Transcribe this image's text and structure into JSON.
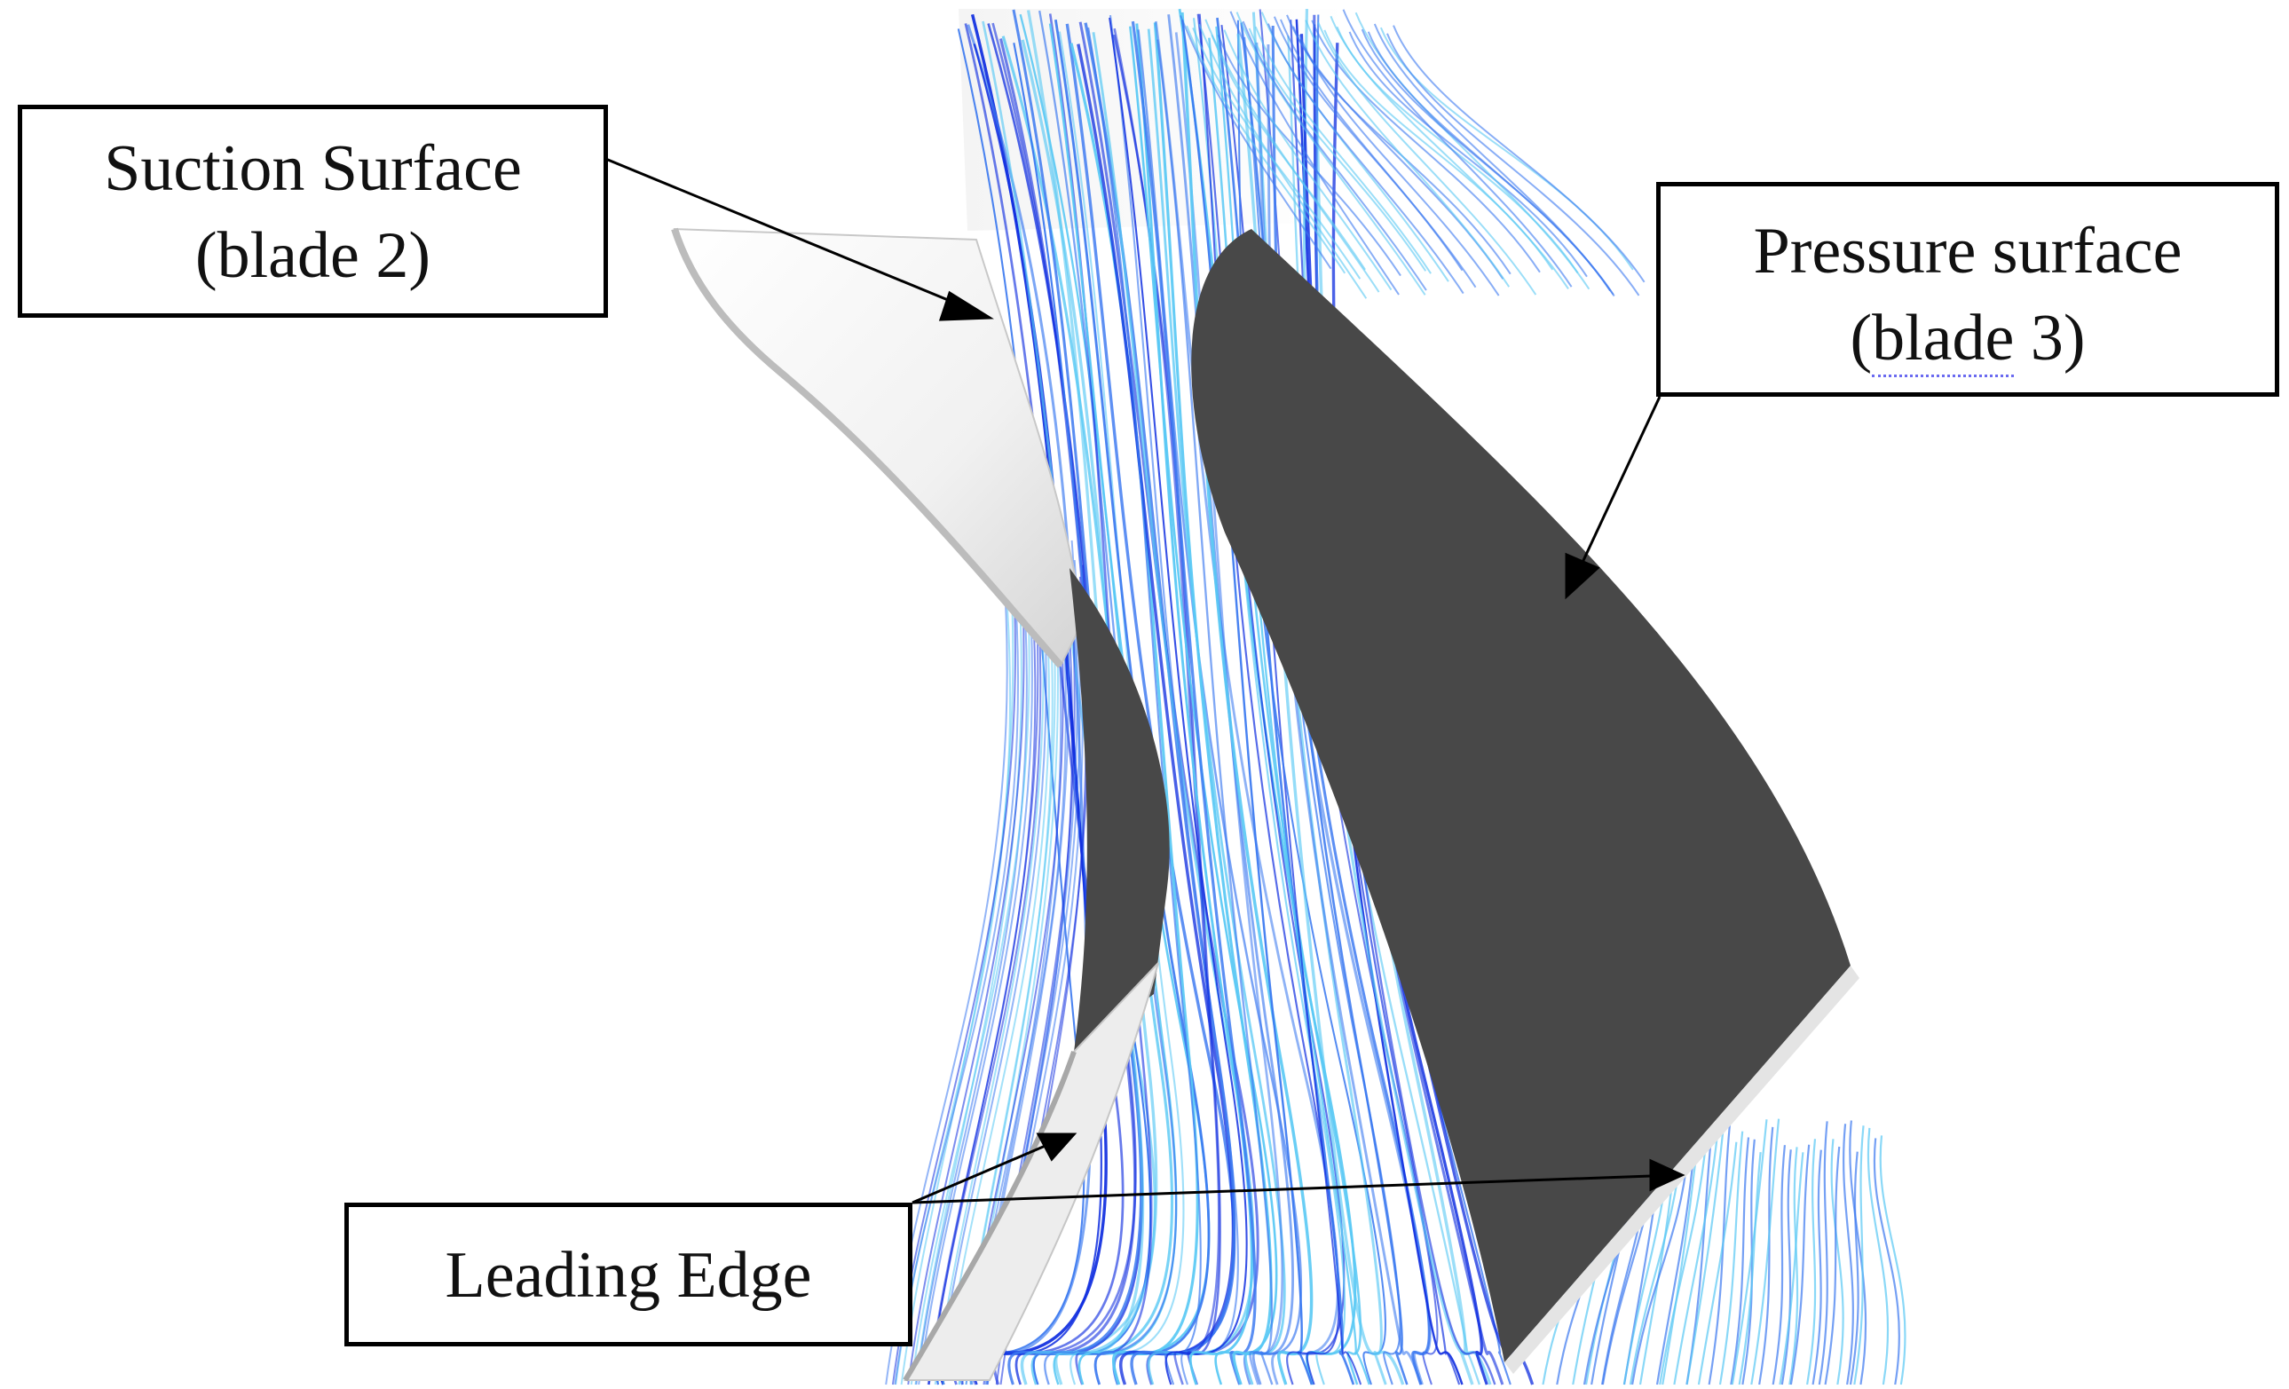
{
  "labels": {
    "suction": {
      "line1": "Suction Surface",
      "line2": "(blade 2)"
    },
    "pressure": {
      "line1": "Pressure surface",
      "line2_prefix": "(",
      "line2_word": "blade",
      "line2_suffix": " 3)"
    },
    "leading": {
      "line1": "Leading Edge"
    }
  },
  "colors": {
    "streamline_dark": "#1230e0",
    "streamline_mid": "#3a78f0",
    "streamline_light": "#58c8f4",
    "blade_dark": "#484848",
    "blade_light": "#f2f2f2",
    "arrow": "#000000"
  }
}
